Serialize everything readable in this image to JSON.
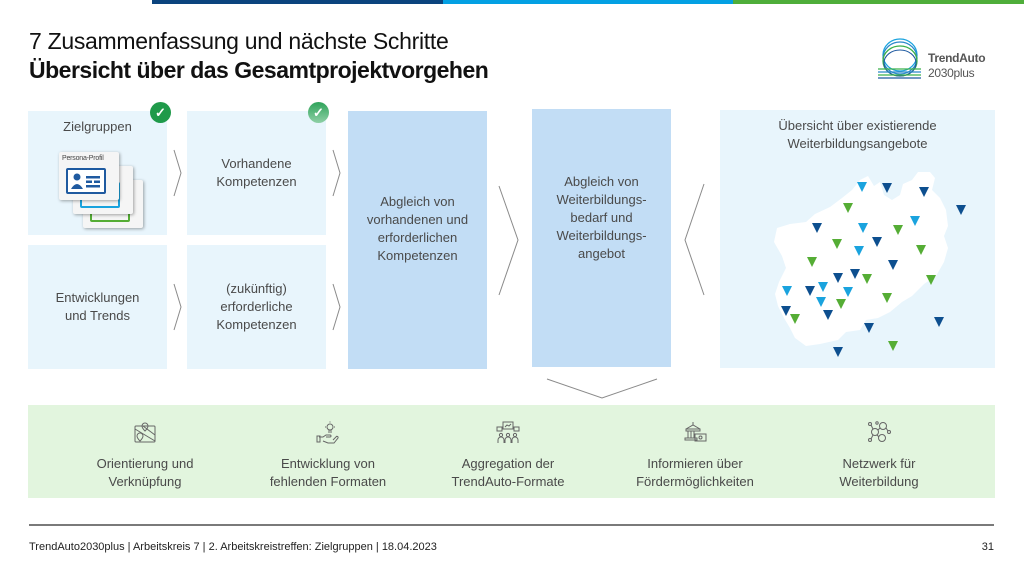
{
  "header": {
    "section_title": "7 Zusammenfassung und nächste Schritte",
    "slide_title": "Übersicht über das Gesamtprojektvorgehen",
    "top_bar_colors": [
      "#0b447e",
      "#03a0e3",
      "#4fae3a"
    ]
  },
  "logo": {
    "line1": "TrendAuto",
    "line2": "2030plus",
    "icon": "trendauto-rings-logo"
  },
  "flow": {
    "box_zielgruppen": {
      "label": "Zielgruppen",
      "status": "done",
      "icon": "check-icon"
    },
    "persona_card": {
      "label": "Persona-Profil",
      "icon": "persona-profile-cards"
    },
    "box_vorhandene": {
      "line1": "Vorhandene",
      "line2": "Kompetenzen",
      "status": "done",
      "icon": "check-icon"
    },
    "box_entwicklungen": {
      "line1": "Entwicklungen",
      "line2": "und Trends"
    },
    "box_erforderliche": {
      "line1": "(zukünftig)",
      "line2": "erforderliche",
      "line3": "Kompetenzen"
    },
    "box_abgleich_kompetenzen": {
      "line1": "Abgleich von",
      "line2": "vorhandenen und",
      "line3": "erforderlichen",
      "line4": "Kompetenzen"
    },
    "box_abgleich_weiterbildung": {
      "line1": "Abgleich von",
      "line2": "Weiterbildungs-",
      "line3": "bedarf und",
      "line4": "Weiterbildungs-",
      "line5": "angebot"
    },
    "check_symbol": "✓"
  },
  "map_panel": {
    "title_line1": "Übersicht über existierende",
    "title_line2": "Weiterbildungsangebote",
    "marker_colors": {
      "dark": "#0d4f8f",
      "light": "#1aa3de",
      "green": "#55ad35"
    }
  },
  "features": [
    {
      "label_line1": "Orientierung und",
      "label_line2": "Verknüpfung",
      "icon": "map-pin-icon"
    },
    {
      "label_line1": "Entwicklung von",
      "label_line2": "fehlenden Formaten",
      "icon": "lightbulb-hand-icon"
    },
    {
      "label_line1": "Aggregation der",
      "label_line2": "TrendAuto-Formate",
      "icon": "presentation-group-icon"
    },
    {
      "label_line1": "Informieren über",
      "label_line2": "Fördermöglichkeiten",
      "icon": "bank-money-icon"
    },
    {
      "label_line1": "Netzwerk für",
      "label_line2": "Weiterbildung",
      "icon": "network-people-icon"
    }
  ],
  "footer": {
    "text": "TrendAuto2030plus | Arbeitskreis 7 | 2. Arbeitskreistreffen: Zielgruppen | 18.04.2023",
    "page_number": "31"
  }
}
